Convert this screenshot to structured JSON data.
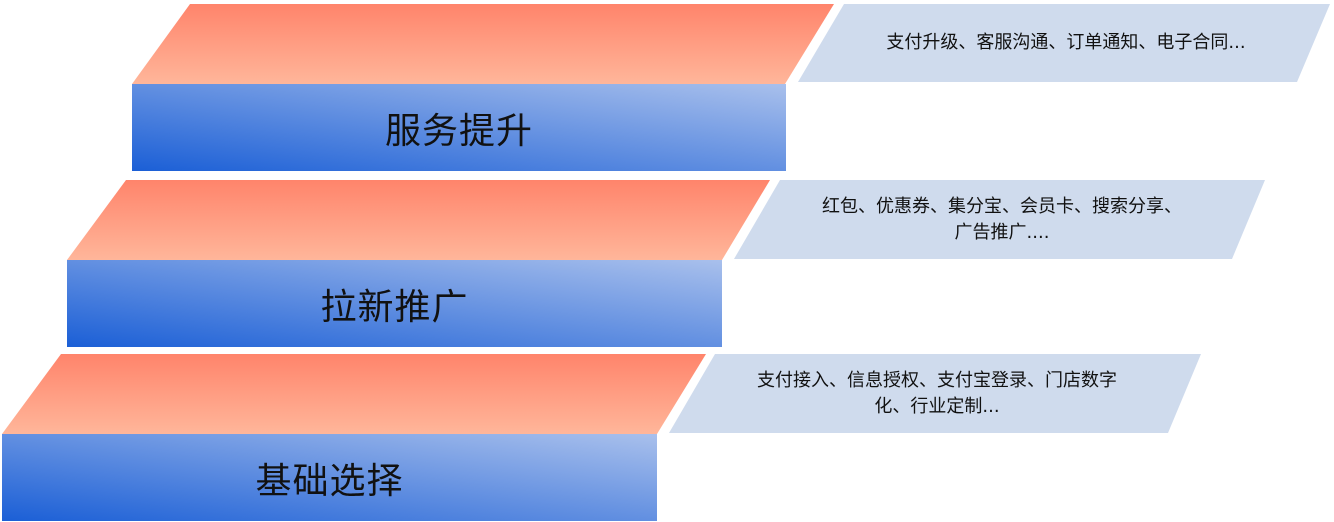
{
  "diagram": {
    "levels": [
      {
        "title": "服务提升",
        "description": "支付升级、客服沟通、订单通知、电子合同..."
      },
      {
        "title": "拉新推广",
        "description": "红包、优惠券、集分宝、会员卡、搜索分享、\n广告推广...."
      },
      {
        "title": "基础选择",
        "description": "支付接入、信息授权、支付宝登录、门店数字\n化、行业定制..."
      }
    ]
  },
  "colors": {
    "top_gradient_start": "#ffb69a",
    "top_gradient_end": "#ff846b",
    "front_gradient_light": "#a9c0ec",
    "front_gradient_dark": "#1b5fd6",
    "description_fill": "#cfdbed"
  }
}
